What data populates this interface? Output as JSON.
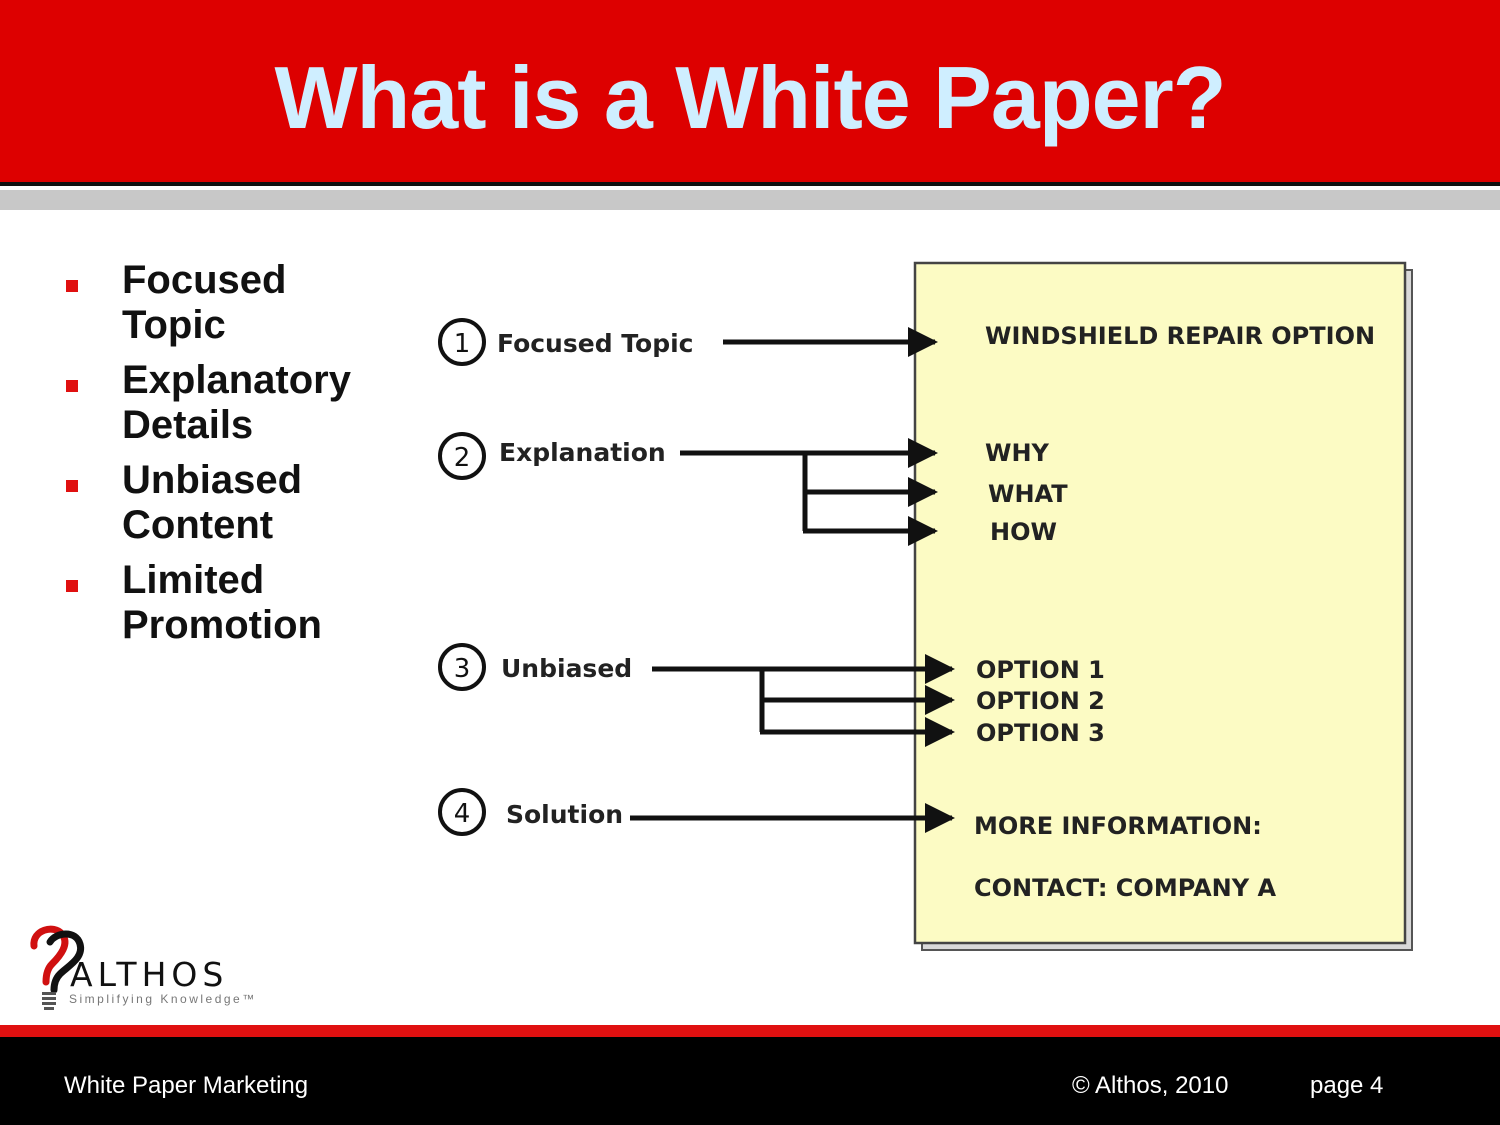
{
  "header": {
    "title": "What is a White Paper?"
  },
  "bullets": [
    {
      "text": "Focused\nTopic"
    },
    {
      "text": "Explanatory\nDetails"
    },
    {
      "text": "Unbiased\nContent"
    },
    {
      "text": "Limited\nPromotion"
    }
  ],
  "diagram": {
    "labels": [
      {
        "number": "1",
        "text": "Focused Topic"
      },
      {
        "number": "2",
        "text": "Explanation"
      },
      {
        "number": "3",
        "text": "Unbiased"
      },
      {
        "number": "4",
        "text": "Solution"
      }
    ],
    "document_lines": [
      "WINDSHIELD REPAIR OPTION",
      "WHY",
      "WHAT",
      "HOW",
      "OPTION 1",
      "OPTION 2",
      "OPTION 3",
      "MORE INFORMATION:",
      "CONTACT: COMPANY A"
    ]
  },
  "logo": {
    "name": "ALTHOS",
    "tagline": "Simplifying Knowledge™"
  },
  "footer": {
    "left": "White Paper Marketing",
    "copyright": "© Althos,  2010",
    "page": "page 4"
  },
  "colors": {
    "header_red": "#dd0000",
    "title_text": "#cfeeff",
    "document_fill": "#fcfbc4",
    "bullet_red": "#e01010"
  }
}
